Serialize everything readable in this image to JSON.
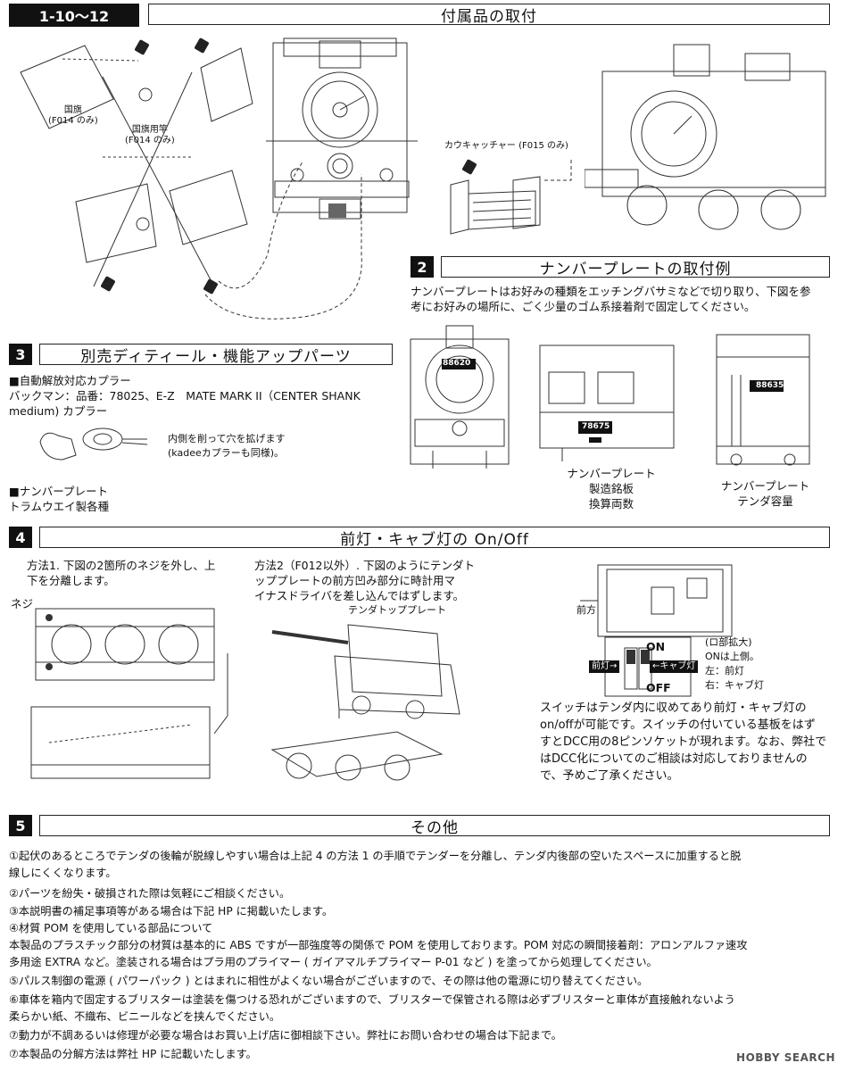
{
  "header": {
    "tag": "1-10〜12",
    "title": "付属品の取付"
  },
  "flags": {
    "flag_label": "国旗\n(F014 のみ)",
    "pole_label": "国旗用竿\n(F014 のみ)"
  },
  "cowcatcher_label": "カウキャッチャー (F015 のみ)",
  "section2": {
    "num": "2",
    "title": "ナンバープレートの取付例",
    "desc_line1": "ナンバープレートはお好みの種類をエッチングバサミなどで切り取り、下図を参",
    "desc_line2": "考にお好みの場所に、ごく少量のゴム系接着剤で固定してください。",
    "plate_front": "88620",
    "plate_side": "78675",
    "plate_rear": "88635",
    "caption_mid_1": "ナンバープレート",
    "caption_mid_2": "製造銘板",
    "caption_mid_3": "換算両数",
    "caption_right_1": "ナンバープレート",
    "caption_right_2": "テンダ容量"
  },
  "section3": {
    "num": "3",
    "title": "別売ディティール・機能アップパーツ",
    "item1_title": "■自動解放対応カプラー",
    "item1_line1": "バックマン：品番：78025、E-Z　MATE MARK II（CENTER SHANK",
    "item1_line2": "medium) カプラー",
    "coupler_note1": "内側を削って穴を拡げます",
    "coupler_note2": "(kadeeカプラーも同様)。",
    "item2_title": "■ナンバープレート",
    "item2_line1": "トラムウエイ製各種"
  },
  "section4": {
    "num": "4",
    "title": "前灯・キャブ灯の On/Off",
    "method1_line1": "方法1. 下図の2箇所のネジを外し、上",
    "method1_line2": "下を分離します。",
    "screw_label": "ネジ",
    "method2_line1": "方法2（F012以外）. 下図のようにテンダト",
    "method2_line2": "ッププレートの前方凹み部分に時計用マ",
    "method2_line3": "イナスドライバを差し込んではずします。",
    "tender_top_label": "テンダトッププレート",
    "front_label": "前方",
    "enlarge_label": "(ロ部拡大)",
    "on_label": "ON",
    "off_label": "OFF",
    "headlight_label": "前灯→",
    "cablight_label": "←キャブ灯",
    "note_on": "ONは上側。",
    "note_left": "左：前灯",
    "note_right": "右：キャブ灯",
    "switch_line1": "スイッチはテンダ内に収めてあり前灯・キャブ灯の",
    "switch_line2": "on/offが可能です。スイッチの付いている基板をはず",
    "switch_line3": "すとDCC用の8ピンソケットが現れます。なお、弊社で",
    "switch_line4": "はDCC化についてのご相談は対応しておりませんの",
    "switch_line5": "で、予めご了承ください。"
  },
  "section5": {
    "num": "5",
    "title": "その他",
    "lines": [
      "①起伏のあるところでテンダの後輪が脱線しやすい場合は上記 4 の方法 1 の手順でテンダーを分離し、テンダ内後部の空いたスペースに加重すると脱",
      "線しにくくなります。",
      "②パーツを紛失・破損された際は気軽にご相談ください。",
      "③本説明書の補足事項等がある場合は下記 HP に掲載いたします。",
      "④材質 POM を使用している部品について",
      "本製品のプラスチック部分の材質は基本的に ABS ですが一部強度等の関係で POM を使用しております。POM 対応の瞬間接着剤：アロンアルファ速攻",
      "多用途 EXTRA など。塗装される場合はプラ用のプライマー ( ガイアマルチプライマー P-01 など ) を塗ってから処理してください。",
      "⑤パルス制御の電源 ( パワーパック ) とはまれに相性がよくない場合がございますので、その際は他の電源に切り替えてください。",
      "⑥車体を箱内で固定するブリスターは塗装を傷つける恐れがございますので、ブリスターで保管される際は必ずブリスターと車体が直接触れないよう",
      "柔らかい紙、不織布、ビニールなどを挟んでください。",
      "⑦動力が不調あるいは修理が必要な場合はお買い上げ店に御相談下さい。弊社にお問い合わせの場合は下記まで。",
      "⑦本製品の分解方法は弊社 HP に記載いたします。"
    ]
  },
  "watermark": "HOBBY SEARCH"
}
